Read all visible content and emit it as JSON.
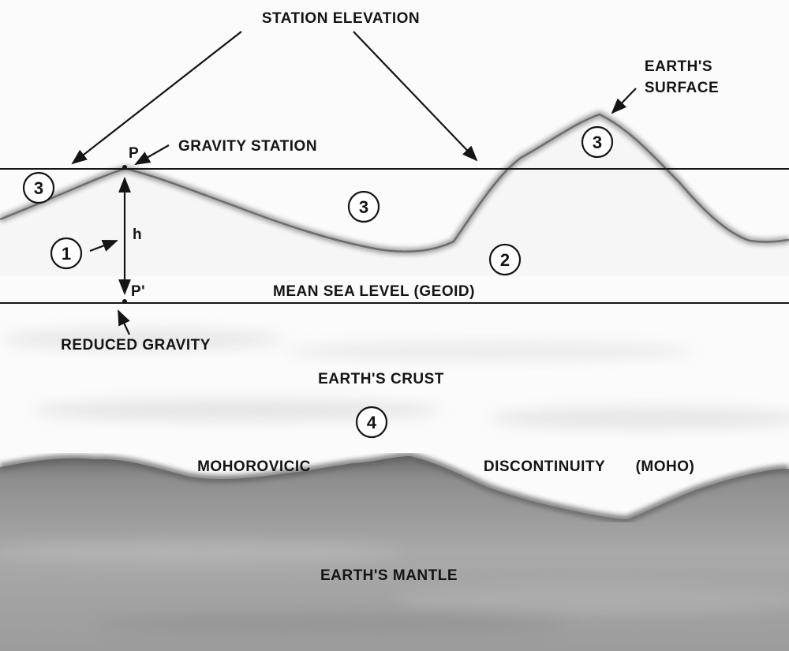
{
  "labels": {
    "station_elevation": "STATION ELEVATION",
    "earths_surface_line1": "EARTH'S",
    "earths_surface_line2": "SURFACE",
    "gravity_station": "GRAVITY STATION",
    "point_p": "P",
    "point_p_prime": "P'",
    "height": "h",
    "mean_sea_level": "MEAN SEA LEVEL (GEOID)",
    "reduced_gravity": "REDUCED GRAVITY",
    "earths_crust": "EARTH'S CRUST",
    "mohorovicic": "MOHOROVICIC",
    "discontinuity": "DISCONTINUITY",
    "moho": "(MOHO)",
    "earths_mantle": "EARTH'S MANTLE"
  },
  "markers": {
    "m1": "1",
    "m2": "2",
    "m3_left": "3",
    "m3_mid": "3",
    "m3_peak": "3",
    "m4": "4"
  },
  "colors": {
    "ink": "#141414",
    "terrain_shade": "#8c8c8c",
    "mantle": "#9a9a9a",
    "background": "#fbfbfb"
  }
}
